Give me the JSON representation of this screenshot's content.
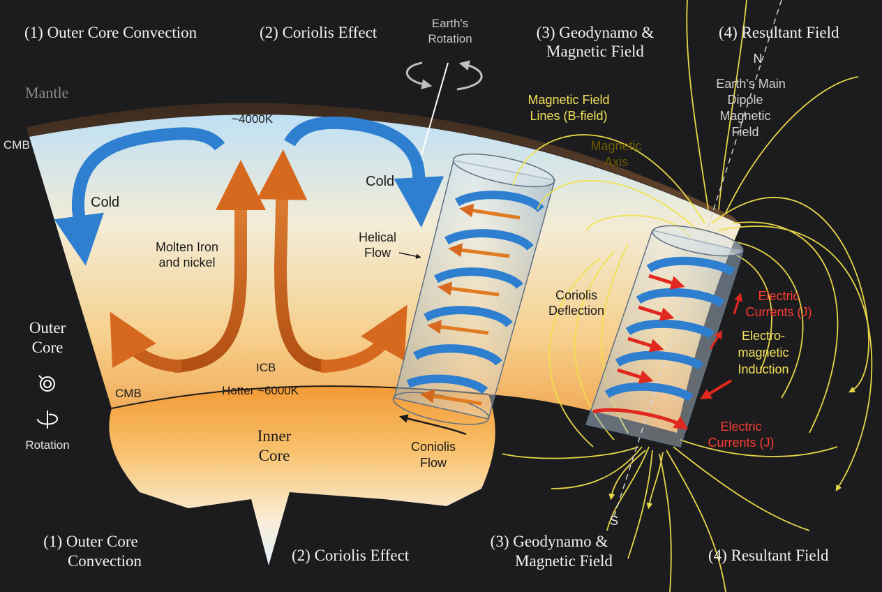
{
  "headings_top": {
    "h1": "(1) Outer Core Convection",
    "h2": "(2) Coriolis Effect",
    "h3_line1": "(3) Geodynamo &",
    "h3_line2": "Magnetic Field",
    "h4": "(4) Resultant Field"
  },
  "headings_bottom": {
    "h1_line1": "(1) Outer Core",
    "h1_line2": "Convection",
    "h2": "(2) Coriolis Effect",
    "h3_line1": "(3) Geodynamo &",
    "h3_line2": "Magnetic Field",
    "h4": "(4) Resultant Field"
  },
  "labels": {
    "mantle": "Mantle",
    "cmb_top": "CMB",
    "cmb_bottom": "CMB",
    "temp_top": "~4000K",
    "cold_left": "Cold",
    "cold_right": "Cold",
    "molten_line1": "Molten Iron",
    "molten_line2": "and nickel",
    "outer_core_line1": "Outer",
    "outer_core_line2": "Core",
    "rotation": "Rotation",
    "icb": "ICB",
    "hotter": "Hotter ~6000K",
    "inner_core_line1": "Inner",
    "inner_core_line2": "Core",
    "helical_line1": "Helical",
    "helical_line2": "Flow",
    "coriolis_flow_line1": "Coniolis",
    "coriolis_flow_line2": "Flow",
    "earth_rotation_line1": "Earth's",
    "earth_rotation_line2": "Rotation",
    "field_lines_line1": "Magnetic Field",
    "field_lines_line2": "Lines (B-field)",
    "axis_line1": "Magnetic",
    "axis_line2": "Axis",
    "coriolis_defl_line1": "Coriolis",
    "coriolis_defl_line2": "Deflection",
    "north": "N",
    "south": "S",
    "dipole_line1": "Earth's Main",
    "dipole_line2": "Dipole",
    "dipole_line3": "Magnetic",
    "dipole_line4": "Field",
    "currents_top_line1": "Electric",
    "currents_top_line2": "Currents (J)",
    "induction_line1": "Electro-",
    "induction_line2": "magnetic",
    "induction_line3": "Induction",
    "currents_bottom_line1": "Electric",
    "currents_bottom_line2": "Currents (J)"
  },
  "icons": [
    "rotation-cycle-icon",
    "rotation-axis-icon",
    "earth-rotation-icon"
  ],
  "colors": {
    "background": "#1c1c1e",
    "cold_flow": "#2f7fd0",
    "hot_flow": "#c45e1a",
    "field_line": "#f2e14a",
    "current": "#e0281e",
    "heading": "#f2f2f2",
    "label_dark": "#1a1a1a",
    "label_yellow": "#f3e25a",
    "label_red": "#ff3b30"
  }
}
